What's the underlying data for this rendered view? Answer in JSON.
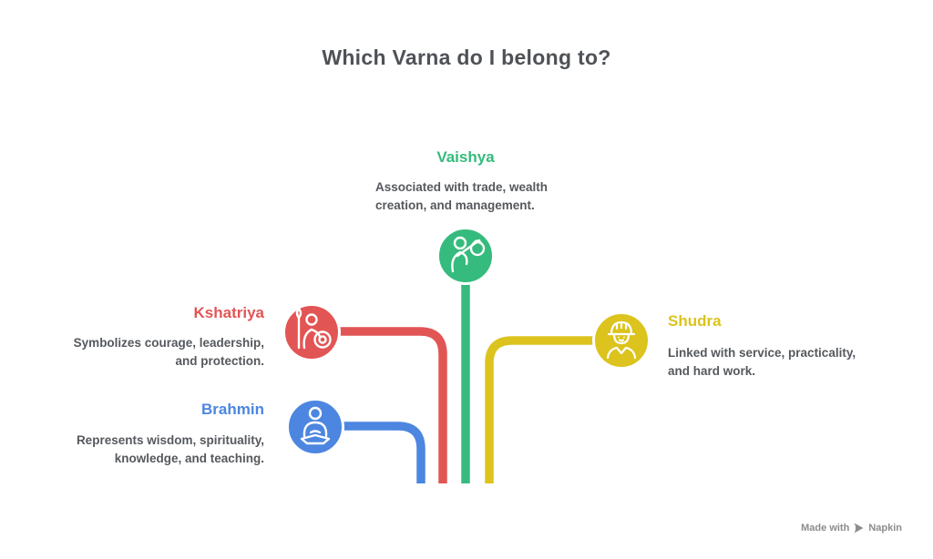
{
  "title": "Which Varna do I belong to?",
  "nodes": [
    {
      "id": "vaishya",
      "label": "Vaishya",
      "description_lines": [
        "Associated with trade, wealth",
        "creation, and management."
      ],
      "color": "#35bb7d",
      "icon": "trader-money-bag-icon"
    },
    {
      "id": "kshatriya",
      "label": "Kshatriya",
      "description_lines": [
        "Symbolizes courage, leadership,",
        "and protection."
      ],
      "color": "#e25555",
      "icon": "warrior-spear-shield-icon"
    },
    {
      "id": "brahmin",
      "label": "Brahmin",
      "description_lines": [
        "Represents wisdom, spirituality,",
        "knowledge, and teaching."
      ],
      "color": "#4c86e0",
      "icon": "meditation-icon"
    },
    {
      "id": "shudra",
      "label": "Shudra",
      "description_lines": [
        "Linked with service, practicality,",
        "and hard work."
      ],
      "color": "#dcc31d",
      "icon": "worker-helmet-icon"
    }
  ],
  "footer": {
    "made_with": "Made with",
    "brand": "Napkin"
  },
  "colors": {
    "title": "#4e5256",
    "body_text": "#55595d",
    "footer_text": "#8c8c8c",
    "background": "#ffffff"
  }
}
